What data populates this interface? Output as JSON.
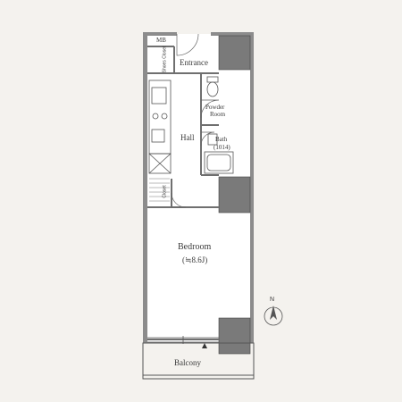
{
  "rooms": {
    "mb": "MB",
    "shoe_closet": "Shoes Closet",
    "entrance": "Entrance",
    "powder_room_line1": "Powder",
    "powder_room_line2": "Room",
    "hall": "Hall",
    "bath": "Bath",
    "bath_size": "(1014)",
    "closet": "Closet",
    "bedroom": "Bedroom",
    "bedroom_size": "(≒8.6J)",
    "balcony": "Balcony"
  },
  "compass": {
    "north_label": "N"
  },
  "colors": {
    "wall": "#8c8c8c",
    "wall_dark": "#6f6f6f",
    "line": "#555555",
    "paper": "#f4f2ee",
    "floor": "#ffffff"
  }
}
